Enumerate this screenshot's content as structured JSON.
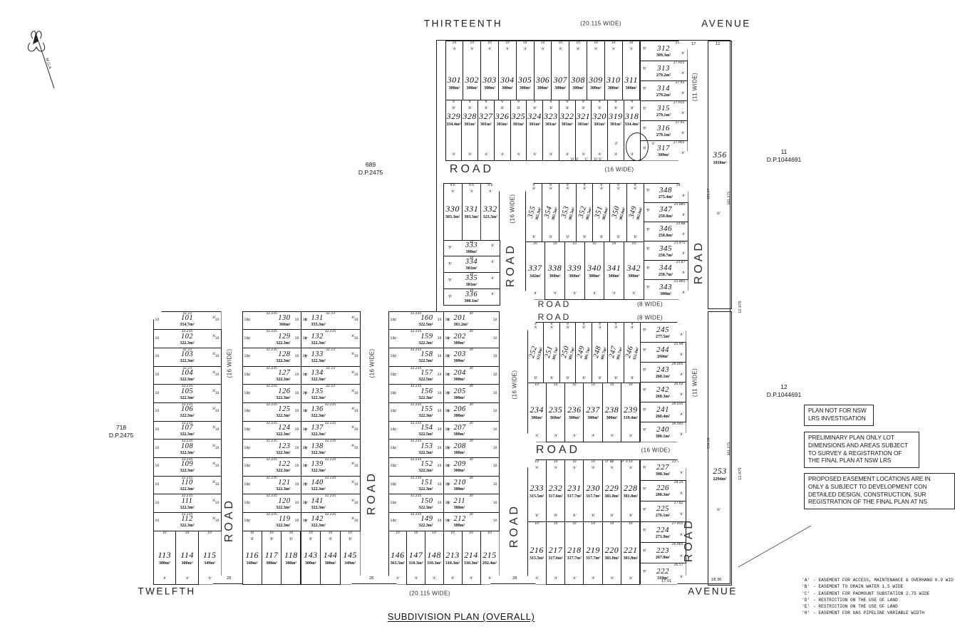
{
  "title": "SUBDIVISION PLAN (OVERALL)",
  "streets": {
    "top": {
      "name": "THIRTEENTH",
      "type": "AVENUE"
    },
    "bottom": {
      "name": "TWELFTH",
      "type": "AVENUE"
    }
  },
  "road_labels": {
    "road": "ROAD",
    "w20": "(20.115 WIDE)",
    "w16": "(16 WIDE)",
    "w11": "(11 WIDE)",
    "w8": "(8 WIDE)"
  },
  "north_arrow_label": "M.G.A",
  "adjoining": {
    "dp689": {
      "lot": "689",
      "dp": "D.P.2475"
    },
    "dp718": {
      "lot": "718",
      "dp": "D.P.2475"
    },
    "dp11": {
      "lot": "11",
      "dp": "D.P.1044691"
    },
    "dp12": {
      "lot": "12",
      "dp": "D.P.1044691"
    }
  },
  "notes": {
    "note1": {
      "lines": [
        "PLAN NOT FOR NSW",
        "LRS INVESTIGATION"
      ]
    },
    "note2": {
      "lines": [
        "PRELIMINARY PLAN ONLY LOT",
        "DIMENSIONS AND AREAS SUBJECT",
        "TO SURVEY & REGISTRATION OF",
        "THE FINAL PLAN AT NSW LRS"
      ]
    },
    "note3": {
      "lines": [
        "PROPOSED EASEMENT LOCATIONS ARE IN",
        "ONLY & SUBJECT TO DEVELOPMENT CON",
        "DETAILED DESIGN, CONSTRUCTION, SUR",
        "REGISTRATION OF THE FINAL PLAN AT NS"
      ]
    }
  },
  "legend": [
    {
      "key": "'A'",
      "desc": "- EASEMENT FOR ACCESS, MAINTENANCE & OVERHANG 0.9 WID"
    },
    {
      "key": "'B'",
      "desc": "- EASEMENT TO DRAIN WATER 1.5 WIDE"
    },
    {
      "key": "'C'",
      "desc": "- EASEMENT FOR PADMOUNT SUBSTATION 2.75 WIDE"
    },
    {
      "key": "'D'",
      "desc": "- RESTRICTION ON THE USE OF LAND"
    },
    {
      "key": "'E'",
      "desc": "- RESTRICTION ON THE USE OF LAND"
    },
    {
      "key": "'H'",
      "desc": "- EASEMENT FOR GAS PIPELINE VARIABLE WIDTH"
    }
  ],
  "marks": {
    "top_intersection": "'D' 'E'      'C'      'D' 'E'",
    "mid_intersection": "'D' 'E'        'D' 'E'",
    "roundabout_e": "'E'",
    "h": "'H'"
  },
  "dims": {
    "d17": "17",
    "d12": "12",
    "d12075": "12.075",
    "d1701": "17.01",
    "d1836": "18.36",
    "d28": "28"
  },
  "plan": {
    "row301": {
      "topDim": "10",
      "markTop": "'A'",
      "lots": [
        {
          "n": "301",
          "a": "300m²"
        },
        {
          "n": "302",
          "a": "300m²"
        },
        {
          "n": "303",
          "a": "300m²"
        },
        {
          "n": "304",
          "a": "300m²"
        },
        {
          "n": "305",
          "a": "300m²"
        },
        {
          "n": "306",
          "a": "300m²"
        },
        {
          "n": "307",
          "a": "300m²"
        },
        {
          "n": "308",
          "a": "300m²"
        },
        {
          "n": "309",
          "a": "300m²"
        },
        {
          "n": "310",
          "a": "300m²"
        },
        {
          "n": "311",
          "a": "300m²"
        }
      ]
    },
    "row329": {
      "topDim": "9",
      "markTop": "'B'",
      "markBottom": "'A'",
      "lots": [
        {
          "n": "329",
          "a": "334.4m²"
        },
        {
          "n": "328",
          "a": "301m²"
        },
        {
          "n": "327",
          "a": "301m²"
        },
        {
          "n": "326",
          "a": "301m²"
        },
        {
          "n": "325",
          "a": "301m²"
        },
        {
          "n": "324",
          "a": "301m²"
        },
        {
          "n": "323",
          "a": "301m²"
        },
        {
          "n": "322",
          "a": "301m²"
        },
        {
          "n": "321",
          "a": "301m²"
        },
        {
          "n": "320",
          "a": "301m²"
        },
        {
          "n": "319",
          "a": "301m²"
        },
        {
          "n": "318",
          "a": "334.4m²"
        }
      ]
    },
    "col312": {
      "markLeft": "'B'",
      "markRight": "'A'",
      "lots": [
        {
          "n": "312",
          "a": "309.3m²",
          "d": "21.93"
        },
        {
          "n": "313",
          "a": "279.2m²",
          "d": "27.925"
        },
        {
          "n": "314",
          "a": "279.2m²",
          "d": "27.92"
        },
        {
          "n": "315",
          "a": "279.1m²",
          "d": "27.915"
        },
        {
          "n": "316",
          "a": "279.1m²",
          "d": "27.91"
        },
        {
          "n": "317",
          "a": "309m²",
          "d": "27.905"
        }
      ]
    },
    "b330": {
      "topDim": "9.6",
      "markTop": "'A'",
      "lots": [
        {
          "n": "330",
          "a": "303.3m²"
        },
        {
          "n": "331",
          "a": "303.3m²"
        },
        {
          "n": "332",
          "a": "323.3m²"
        }
      ]
    },
    "c333": {
      "markLeft": "'B'",
      "markRight": "'A'",
      "lots": [
        {
          "n": "333",
          "a": "300m²",
          "d": "30"
        },
        {
          "n": "334",
          "a": "301m²",
          "d": "30"
        },
        {
          "n": "335",
          "a": "301m²",
          "d": "30"
        },
        {
          "n": "336",
          "a": "300.1m²",
          "d": "30"
        }
      ]
    },
    "row355": {
      "topDim": "9",
      "markTop": "'A'",
      "markBottom": "'B'",
      "lots": [
        {
          "n": "355",
          "a": "365.3m²"
        },
        {
          "n": "354",
          "a": "302.5m²"
        },
        {
          "n": "353",
          "a": "302.5m²"
        },
        {
          "n": "352",
          "a": "302.5m²"
        },
        {
          "n": "351",
          "a": "302.6m²"
        },
        {
          "n": "350",
          "a": "302.6m²"
        },
        {
          "n": "349",
          "a": "302.6m²"
        }
      ]
    },
    "row337": {
      "topDim": "10",
      "markBottom": "'A'",
      "lots": [
        {
          "n": "337",
          "a": "342m²"
        },
        {
          "n": "338",
          "a": "360m²"
        },
        {
          "n": "339",
          "a": "360m²"
        },
        {
          "n": "340",
          "a": "300m²"
        },
        {
          "n": "341",
          "a": "300m²"
        },
        {
          "n": "342",
          "a": "300m²"
        }
      ]
    },
    "col348": {
      "markLeft": "'B'",
      "markRight": "'A'",
      "lots": [
        {
          "n": "348",
          "a": "275.4m²",
          "d": "19.89"
        },
        {
          "n": "347",
          "a": "258.8m²",
          "d": "25.885"
        },
        {
          "n": "346",
          "a": "258.8m²",
          "d": "25.88"
        },
        {
          "n": "345",
          "a": "258.7m²",
          "d": "25.875"
        },
        {
          "n": "344",
          "a": "258.7m²",
          "d": "25.87"
        },
        {
          "n": "343",
          "a": "300m²",
          "d": "25.865"
        }
      ]
    },
    "colA_main": {
      "sideDim": "10",
      "markRight": "'A'",
      "lots": [
        {
          "n": "101",
          "a": "354.7m²",
          "d": "32.23"
        },
        {
          "n": "102",
          "a": "322.3m²",
          "d": "32.235"
        },
        {
          "n": "103",
          "a": "322.3m²",
          "d": "32.23"
        },
        {
          "n": "104",
          "a": "322.3m²",
          "d": "32.23"
        },
        {
          "n": "105",
          "a": "322.3m²",
          "d": "32.235"
        },
        {
          "n": "106",
          "a": "322.3m²",
          "d": "32.235"
        },
        {
          "n": "107",
          "a": "322.3m²",
          "d": "32.235"
        },
        {
          "n": "108",
          "a": "322.3m²",
          "d": "32.235"
        },
        {
          "n": "109",
          "a": "322.3m²",
          "d": "32.235"
        },
        {
          "n": "110",
          "a": "322.3m²",
          "d": "32.235"
        },
        {
          "n": "111",
          "a": "322.3m²",
          "d": "32.235"
        },
        {
          "n": "112",
          "a": "322.3m²",
          "d": "32.235"
        }
      ]
    },
    "colA_bot": {
      "topDim": "10",
      "markBottom": "'A'",
      "lots": [
        {
          "n": "113",
          "a": "300m²"
        },
        {
          "n": "114",
          "a": "300m²"
        },
        {
          "n": "115",
          "a": "349m²"
        }
      ]
    },
    "colB_main": {
      "sideDim": "10",
      "markLeft": "'A'",
      "lots": [
        {
          "n": "130",
          "a": "366m²",
          "d": "32.235"
        },
        {
          "n": "129",
          "a": "322.3m²",
          "d": "32.235"
        },
        {
          "n": "128",
          "a": "322.3m²",
          "d": "32.235"
        },
        {
          "n": "127",
          "a": "322.3m²",
          "d": "32.235"
        },
        {
          "n": "126",
          "a": "322.3m²",
          "d": "32.235"
        },
        {
          "n": "125",
          "a": "322.3m²",
          "d": "32.235"
        },
        {
          "n": "124",
          "a": "322.3m²",
          "d": "32.235"
        },
        {
          "n": "123",
          "a": "322.3m²",
          "d": "32.235"
        },
        {
          "n": "122",
          "a": "322.3m²",
          "d": "32.235"
        },
        {
          "n": "121",
          "a": "322.3m²",
          "d": "32.235"
        },
        {
          "n": "120",
          "a": "322.3m²",
          "d": "32.235"
        },
        {
          "n": "119",
          "a": "322.3m²",
          "d": "32.235"
        }
      ]
    },
    "colB_bot": {
      "topDim": "10",
      "markTop": "'B'",
      "lots": [
        {
          "n": "116",
          "a": "349m²"
        },
        {
          "n": "117",
          "a": "300m²"
        },
        {
          "n": "118",
          "a": "300m²"
        }
      ]
    },
    "colC_main": {
      "sideDim": "10",
      "markLeft": "'B'",
      "markRight": "'A'",
      "lots": [
        {
          "n": "131",
          "a": "355.3m²",
          "d": "32.23"
        },
        {
          "n": "132",
          "a": "322.3m²",
          "d": "32.235"
        },
        {
          "n": "133",
          "a": "322.3m²",
          "d": "32.23"
        },
        {
          "n": "134",
          "a": "322.3m²",
          "d": "32.23"
        },
        {
          "n": "135",
          "a": "322.3m²",
          "d": "32.23"
        },
        {
          "n": "136",
          "a": "322.3m²",
          "d": "32.235"
        },
        {
          "n": "137",
          "a": "322.3m²",
          "d": "32.235"
        },
        {
          "n": "138",
          "a": "322.3m²",
          "d": "32.235"
        },
        {
          "n": "139",
          "a": "322.3m²",
          "d": "32.235"
        },
        {
          "n": "140",
          "a": "322.3m²",
          "d": "32.235"
        },
        {
          "n": "141",
          "a": "322.3m²",
          "d": "32.235"
        },
        {
          "n": "142",
          "a": "322.3m²",
          "d": "32.235"
        }
      ]
    },
    "colC_bot": {
      "topDim": "10",
      "markTop": "'B'",
      "lots": [
        {
          "n": "143",
          "a": "300m²"
        },
        {
          "n": "144",
          "a": "300m²"
        },
        {
          "n": "145",
          "a": "349m²"
        }
      ]
    },
    "colD_main": {
      "sideDim": "10",
      "markLeft": "'A'",
      "lots": [
        {
          "n": "160",
          "a": "322.5m²",
          "d": "32.235"
        },
        {
          "n": "159",
          "a": "322.3m²",
          "d": "32.235"
        },
        {
          "n": "158",
          "a": "322.5m²",
          "d": "32.235"
        },
        {
          "n": "157",
          "a": "322.5m²",
          "d": "32.235"
        },
        {
          "n": "156",
          "a": "322.3m²",
          "d": "32.235"
        },
        {
          "n": "155",
          "a": "322.3m²",
          "d": "32.235"
        },
        {
          "n": "154",
          "a": "322.5m²",
          "d": "32.235"
        },
        {
          "n": "153",
          "a": "322.5m²",
          "d": "32.235"
        },
        {
          "n": "152",
          "a": "322.3m²",
          "d": "32.235"
        },
        {
          "n": "151",
          "a": "322.3m²",
          "d": "32.235"
        },
        {
          "n": "150",
          "a": "322.3m²",
          "d": "32.235"
        },
        {
          "n": "149",
          "a": "322.3m²",
          "d": "32.235"
        }
      ]
    },
    "colD_bot": {
      "topDim": "10",
      "markBottom": "'A'",
      "lots": [
        {
          "n": "146",
          "a": "361.5m²"
        },
        {
          "n": "147",
          "a": "310.3m²"
        },
        {
          "n": "148",
          "a": "310.3m²"
        }
      ]
    },
    "colE_main": {
      "sideDim": "10",
      "markLeft": "'B'",
      "lots": [
        {
          "n": "201",
          "a": "301.2m²",
          "d": "30"
        },
        {
          "n": "202",
          "a": "300m²",
          "d": "30"
        },
        {
          "n": "203",
          "a": "300m²",
          "d": "30"
        },
        {
          "n": "204",
          "a": "300m²",
          "d": "30"
        },
        {
          "n": "205",
          "a": "300m²",
          "d": "30"
        },
        {
          "n": "206",
          "a": "300m²",
          "d": "30"
        },
        {
          "n": "207",
          "a": "300m²",
          "d": "30"
        },
        {
          "n": "208",
          "a": "300m²",
          "d": "30"
        },
        {
          "n": "209",
          "a": "300m²",
          "d": "30"
        },
        {
          "n": "210",
          "a": "300m²",
          "d": "30"
        },
        {
          "n": "211",
          "a": "300m²",
          "d": "30"
        },
        {
          "n": "212",
          "a": "300m²",
          "d": "30"
        }
      ]
    },
    "colE_bot": {
      "topDim": "10",
      "markBottom": "'A'",
      "lots": [
        {
          "n": "213",
          "a": "310.3m²"
        },
        {
          "n": "214",
          "a": "310.3m²"
        },
        {
          "n": "215",
          "a": "292.4m²"
        }
      ]
    },
    "row252": {
      "topDim": "9",
      "markTop": "'A'",
      "markBottom": "'B'",
      "lots": [
        {
          "n": "252",
          "a": "323.9m²"
        },
        {
          "n": "251",
          "a": "301.7m²"
        },
        {
          "n": "250",
          "a": "301.7m²"
        },
        {
          "n": "249",
          "a": "301.7m²"
        },
        {
          "n": "248",
          "a": "301.7m²"
        },
        {
          "n": "247",
          "a": "301.7m²"
        },
        {
          "n": "246",
          "a": "322.4m²"
        }
      ]
    },
    "row234": {
      "topDim": "10",
      "markBottom": "'A'",
      "lots": [
        {
          "n": "234",
          "a": "306m²"
        },
        {
          "n": "235",
          "a": "360m²"
        },
        {
          "n": "236",
          "a": "300m²"
        },
        {
          "n": "237",
          "a": "300m²"
        },
        {
          "n": "238",
          "a": "300m²"
        },
        {
          "n": "239",
          "a": "319.4m²"
        }
      ]
    },
    "col245": {
      "markLeft": "'B'",
      "markRight": "'A'",
      "lots": [
        {
          "n": "245",
          "a": "277.5m²",
          "d": "20"
        },
        {
          "n": "244",
          "a": "260m²",
          "d": "25.99"
        },
        {
          "n": "243",
          "a": "260.1m²",
          "d": "26.005"
        },
        {
          "n": "242",
          "a": "260.3m²",
          "d": "26.02"
        },
        {
          "n": "241",
          "a": "260.4m²",
          "d": "26.035"
        },
        {
          "n": "240",
          "a": "300.1m²",
          "d": "26.045"
        }
      ]
    },
    "row233": {
      "topDim": "10",
      "markTop": "'A'",
      "markBottom": "'B'",
      "lots": [
        {
          "n": "233",
          "a": "315.5m²"
        },
        {
          "n": "232",
          "a": "317.6m²"
        },
        {
          "n": "231",
          "a": "317.7m²"
        },
        {
          "n": "230",
          "a": "317.7m²"
        },
        {
          "n": "229",
          "a": "301.8m²"
        },
        {
          "n": "228",
          "a": "301.8m²"
        }
      ]
    },
    "row216": {
      "topDim": "10",
      "markBottom": "'A'",
      "lots": [
        {
          "n": "216",
          "a": "315.5m²"
        },
        {
          "n": "217",
          "a": "317.6m²"
        },
        {
          "n": "218",
          "a": "317.7m²"
        },
        {
          "n": "219",
          "a": "317.7m²"
        },
        {
          "n": "220",
          "a": "301.8m²"
        },
        {
          "n": "221",
          "a": "301.8m²"
        }
      ]
    },
    "col227": {
      "markLeft": "'B'",
      "markRight": "'A'",
      "lots": [
        {
          "n": "227",
          "a": "308.3m²",
          "d": "22.715"
        },
        {
          "n": "226",
          "a": "280.3m²",
          "d": "28.24"
        },
        {
          "n": "225",
          "a": "276.1m²",
          "d": "27.82"
        },
        {
          "n": "224",
          "a": "271.9m²",
          "d": "27.405"
        },
        {
          "n": "223",
          "a": "267.8m²",
          "d": "26.965"
        },
        {
          "n": "222",
          "a": "310m²",
          "d": "26.57"
        }
      ]
    },
    "lot356": {
      "n": "356",
      "a": "1818m²",
      "side_dims": [
        "181.07",
        "181.075"
      ]
    },
    "lot253": {
      "n": "253",
      "a": "2294m²",
      "side_dims": [
        "150.58",
        "161.075"
      ]
    }
  }
}
